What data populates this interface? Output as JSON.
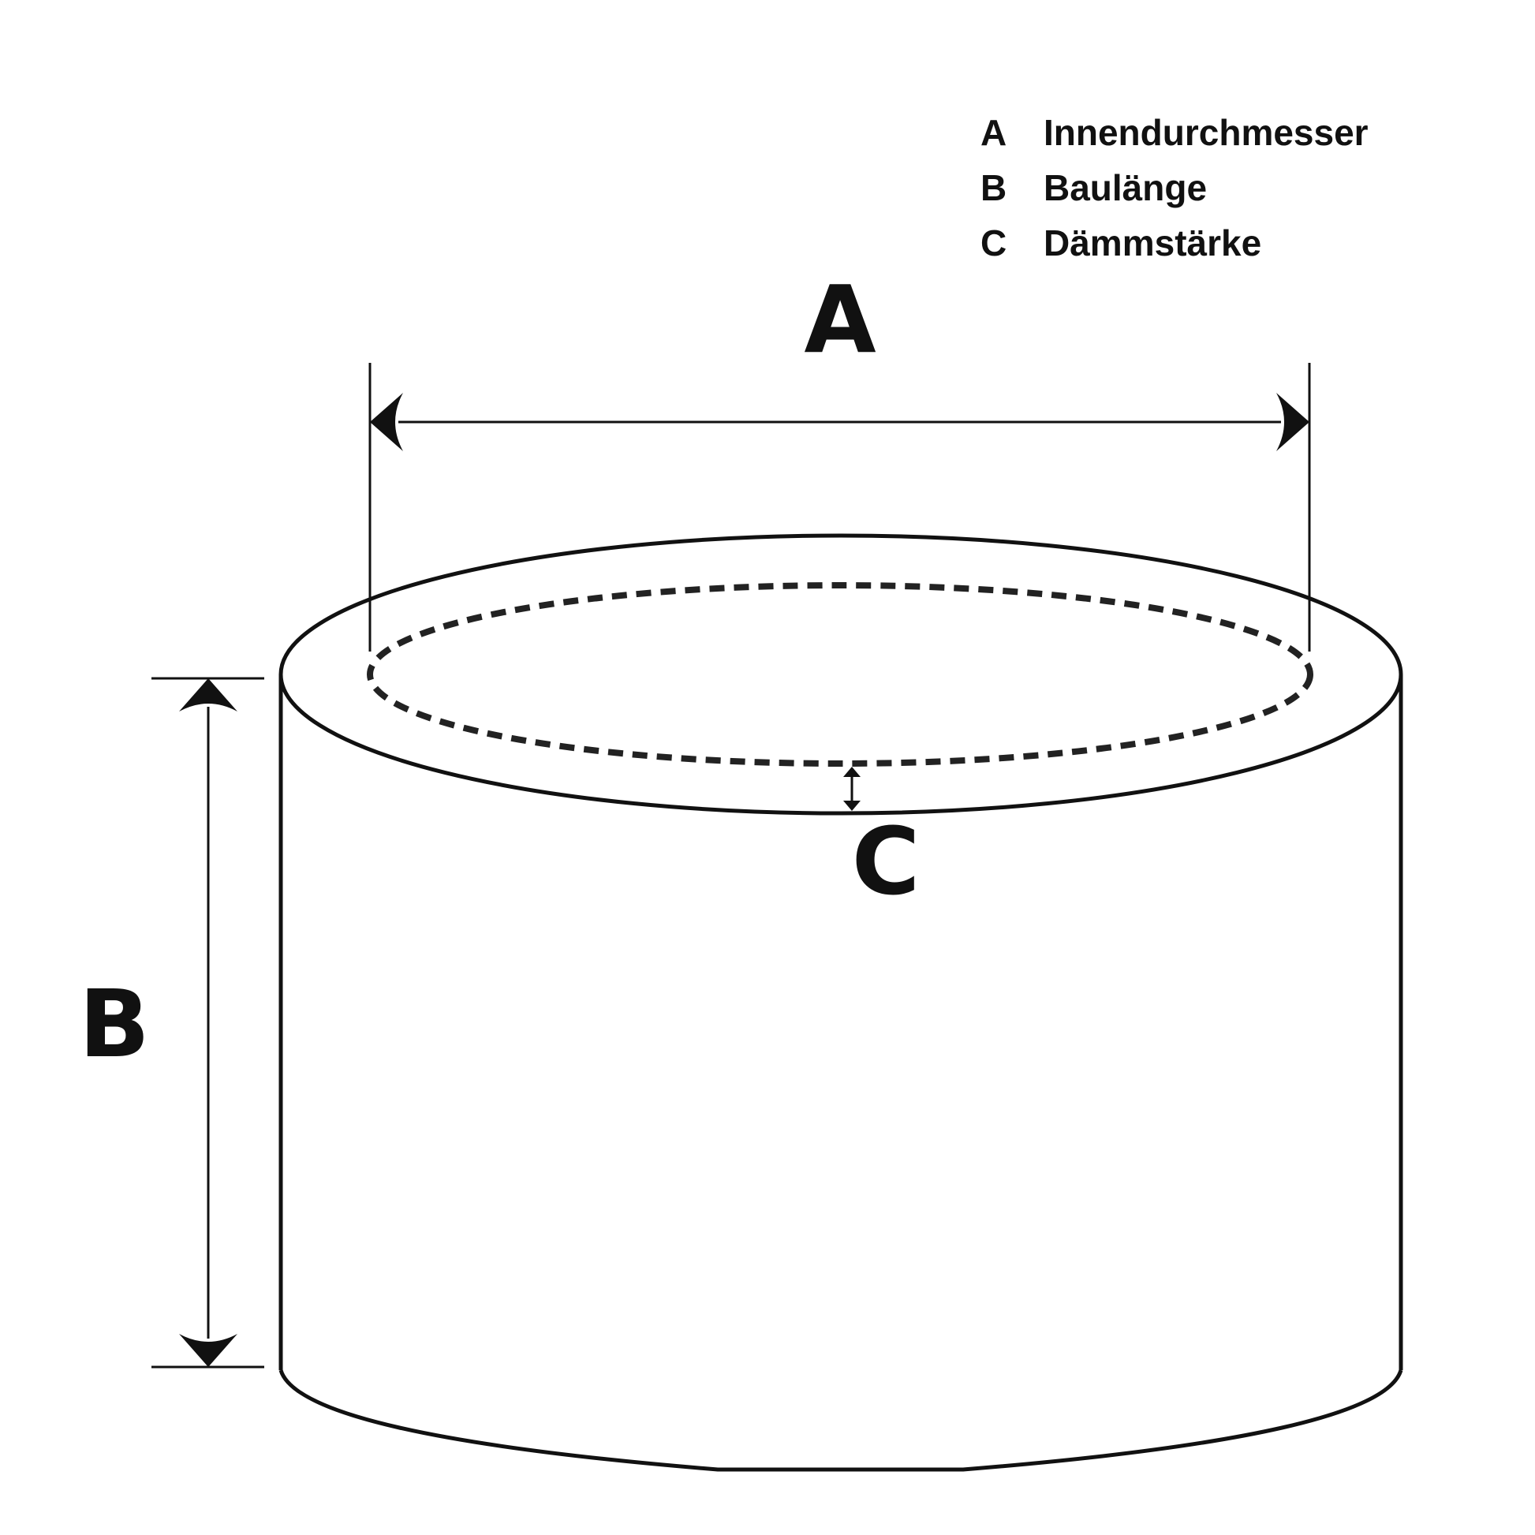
{
  "legend": [
    {
      "letter": "A",
      "text": "Innendurchmesser"
    },
    {
      "letter": "B",
      "text": "Baulänge"
    },
    {
      "letter": "C",
      "text": "Dämmstärke"
    }
  ],
  "labels": {
    "a": "A",
    "b": "B",
    "c": "C"
  },
  "colors": {
    "stroke": "#111111",
    "dashed": "#222222",
    "background": "#ffffff"
  }
}
